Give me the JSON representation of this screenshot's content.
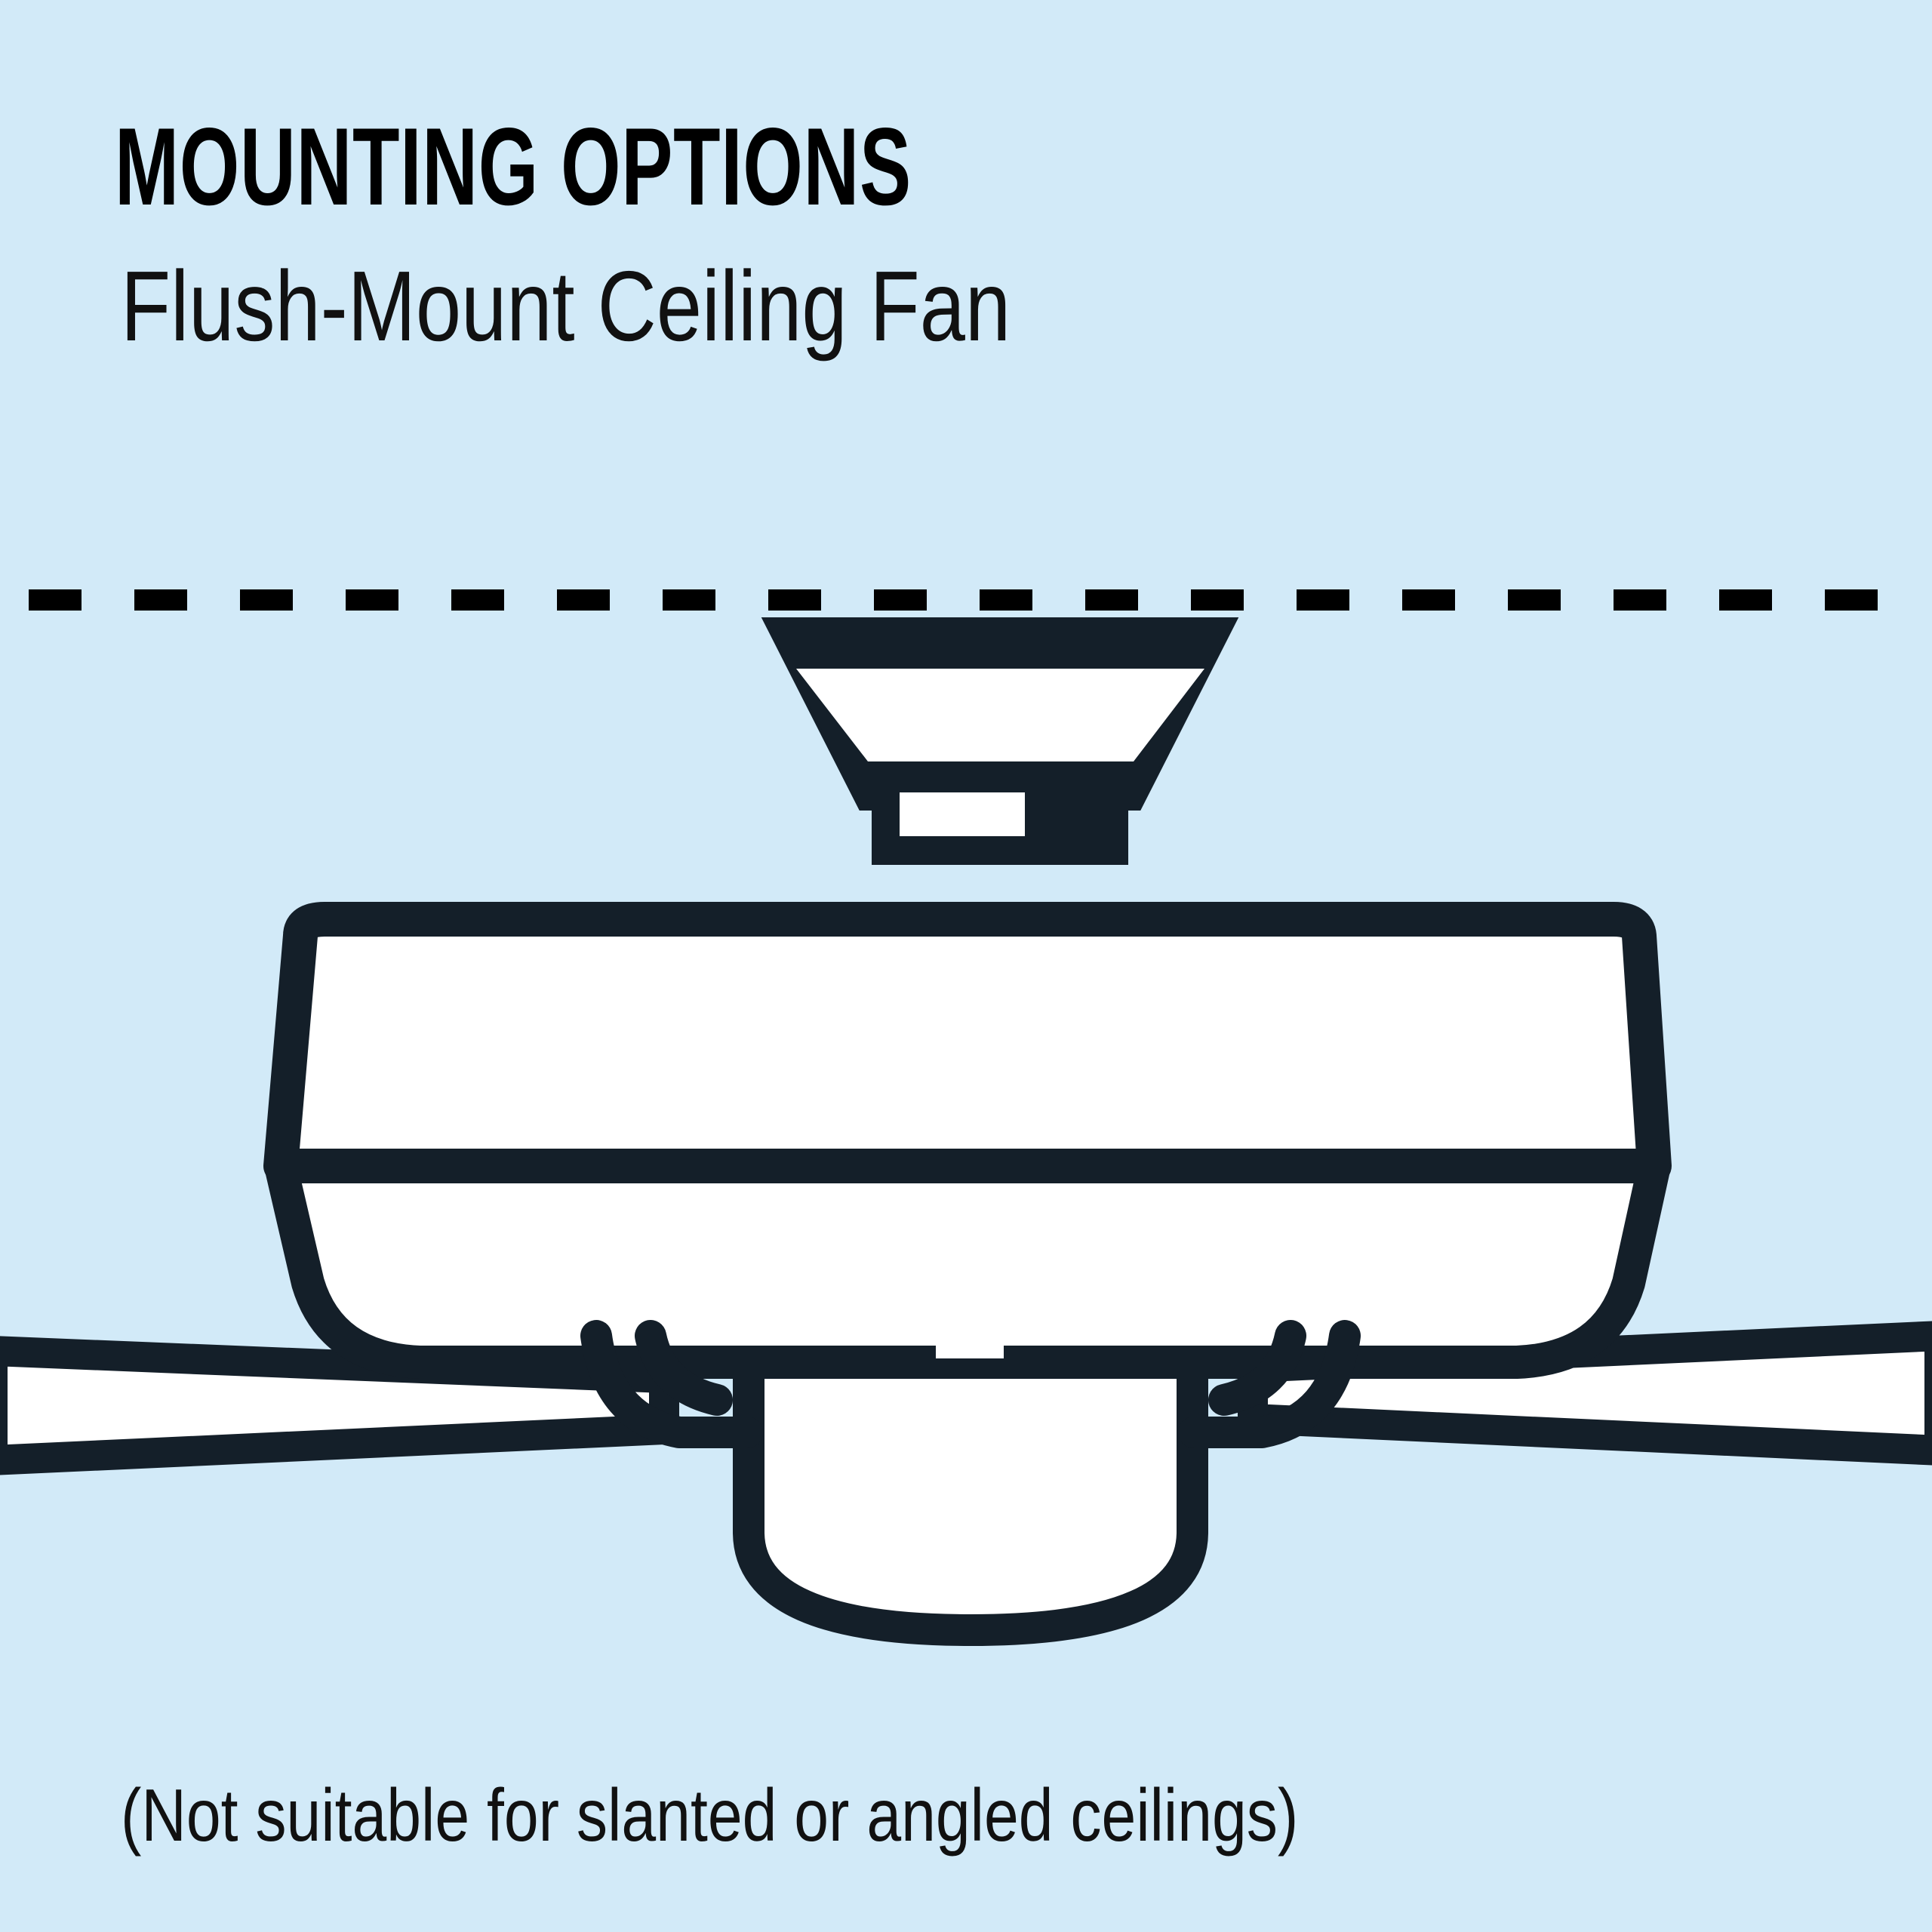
{
  "page": {
    "background_color": "#d2eaf8",
    "ink_color": "#141f29",
    "fill_color": "#ffffff",
    "title": "MOUNTING OPTIONS",
    "subtitle": "Flush-Mount Ceiling Fan",
    "caption": "(Not suitable for slanted or angled ceilings)"
  },
  "diagram": {
    "name": "flush-mount-ceiling-fan-cross-section",
    "parts": [
      {
        "id": "ceiling-line",
        "label": "ceiling line (dashed)"
      },
      {
        "id": "mounting-bracket",
        "label": "mounting bracket / canopy"
      },
      {
        "id": "bracket-stem",
        "label": "bracket stem"
      },
      {
        "id": "fan-housing-top",
        "label": "fan motor housing upper"
      },
      {
        "id": "fan-housing-bottom",
        "label": "fan motor housing lower"
      },
      {
        "id": "blade-left",
        "label": "fan blade left"
      },
      {
        "id": "blade-right",
        "label": "fan blade right"
      },
      {
        "id": "light-kit",
        "label": "light kit / bottom cap"
      }
    ],
    "colors": {
      "stroke": "#141f29",
      "fill": "#ffffff",
      "background": "#d2eaf8"
    }
  }
}
